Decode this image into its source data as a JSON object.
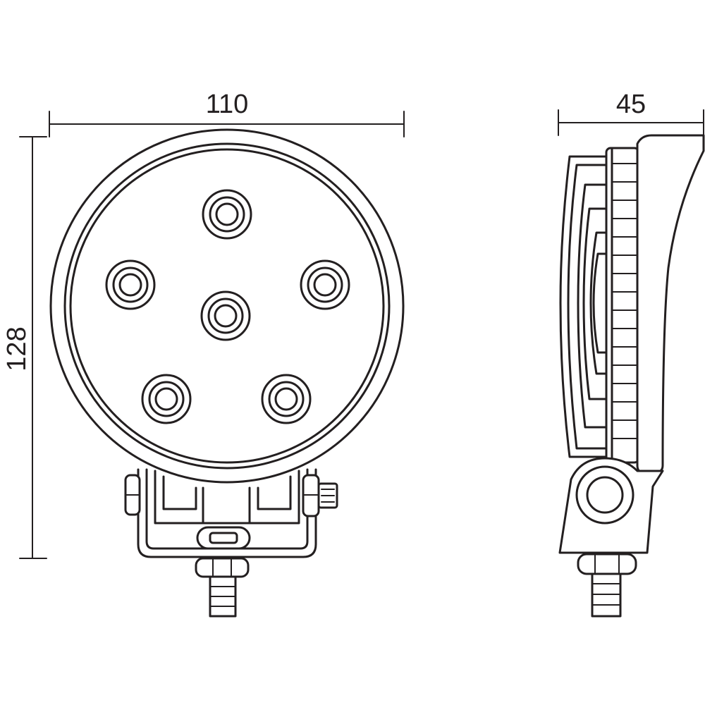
{
  "dimensions": {
    "front_width": "110",
    "front_height": "128",
    "side_depth": "45"
  },
  "colors": {
    "line": "#231f20",
    "background": "#ffffff"
  },
  "views": [
    "front-view",
    "side-view"
  ],
  "led_count": 6
}
